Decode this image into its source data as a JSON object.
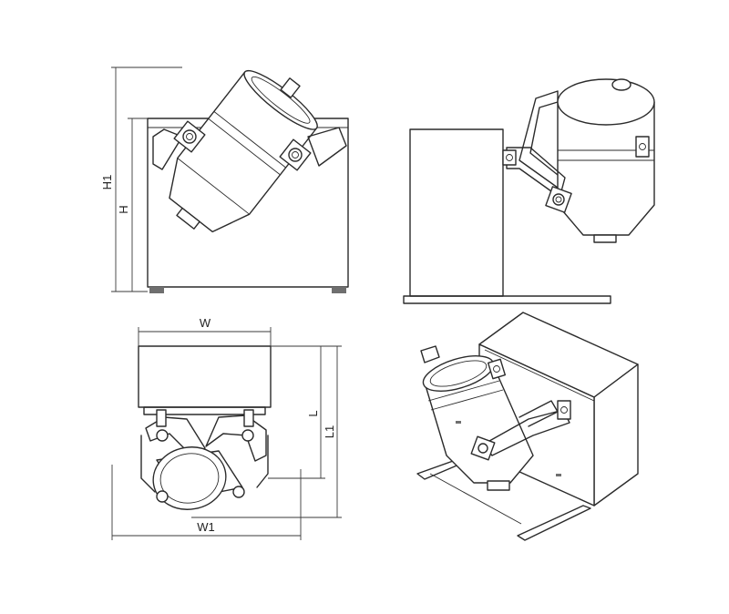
{
  "dimensions": {
    "h1": "H1",
    "h": "H",
    "w": "W",
    "l": "L",
    "l1": "L1",
    "w1": "W1"
  },
  "colors": {
    "line": "#2b2b2b",
    "feet": "#6f6f6f",
    "background": "#ffffff"
  }
}
